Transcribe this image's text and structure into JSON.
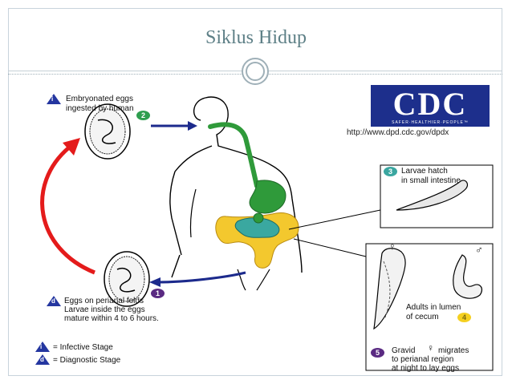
{
  "slide": {
    "title": "Siklus Hidup"
  },
  "cdc": {
    "logo": "CDC",
    "tagline": "SAFER·HEALTHIER·PEOPLE™",
    "url": "http://www.dpd.cdc.gov/dpdx"
  },
  "steps": {
    "s1": {
      "num": "1",
      "text_line1": "Eggs on perianal folds",
      "text_line2": "Larvae inside the eggs",
      "text_line3": "mature within 4 to 6 hours."
    },
    "s2": {
      "num": "2",
      "text_line1": "Embryonated eggs",
      "text_line2": "ingested by human"
    },
    "s3": {
      "num": "3",
      "text_line1": "Larvae hatch",
      "text_line2": "in small intestine"
    },
    "s4": {
      "num": "4",
      "text_line1": "Adults in lumen",
      "text_line2": "of cecum"
    },
    "s5": {
      "num": "5",
      "text_line1": "Gravid",
      "text_line2": "migrates",
      "text_line3": "to perianal region",
      "text_line4": "at night to lay eggs"
    }
  },
  "legend": {
    "infective": {
      "mark": "i",
      "text": "= Infective Stage"
    },
    "diagnostic": {
      "mark": "d",
      "text": "= Diagnostic Stage"
    }
  },
  "markers": {
    "i": "i",
    "d": "d",
    "female": "♀",
    "male": "♂"
  },
  "colors": {
    "badge_green": "#2e9e4f",
    "badge_teal": "#3aa6a0",
    "badge_yellow": "#f5d020",
    "badge_purple": "#5a2a82",
    "arrow_red": "#e41b1b",
    "arrow_blue": "#1c2a8c",
    "esophagus_green": "#2f9a3a",
    "intestine_yellow": "#f3c82e",
    "small_intestine_teal": "#3aa8a0",
    "cdc_blue": "#1d2f8c"
  }
}
